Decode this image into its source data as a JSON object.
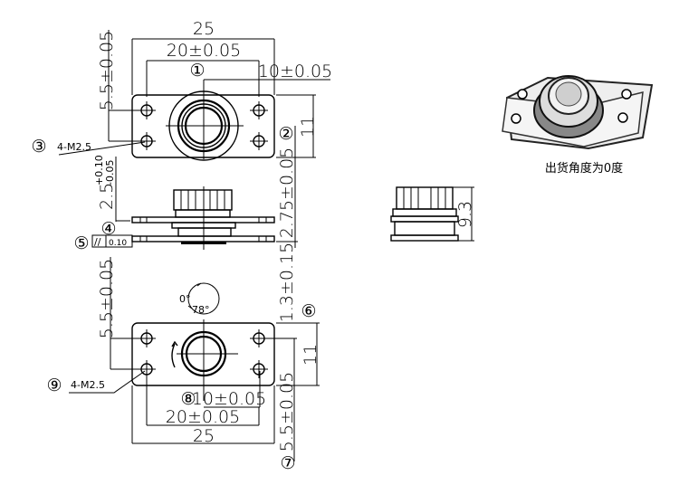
{
  "top_view": {
    "dim_width": "25",
    "dim_hole_pitch": "20±0.05",
    "dim_center_offset": "10±0.05",
    "dim_hole_row": "5.5±0.05",
    "dim_height": "11",
    "callout_1": "①",
    "callout_2": "②",
    "callout_3": "③",
    "thread_label": "4-M2.5"
  },
  "side_view": {
    "dim_thickness": "2.5",
    "dim_thickness_tol_upper": "+0.10",
    "dim_thickness_tol_lower": "-0.05",
    "dim_gap": "2.75±0.05",
    "dim_bottom": "1.3±0.15",
    "callout_4": "④",
    "callout_5": "⑤",
    "callout_6": "⑥",
    "parallelism_symbol": "//",
    "parallelism_value": "0.10"
  },
  "bottom_view": {
    "angle_start": "0°",
    "angle_rotation": "78°",
    "dim_hole_row": "5.5±0.05",
    "dim_height": "11",
    "callout_8": "⑧",
    "dim_center_offset": "10±0.05",
    "dim_hole_pitch": "20±0.05",
    "dim_width": "25",
    "dim_bottom_offset": "5.5±0.05",
    "callout_7": "⑦",
    "callout_9": "⑨",
    "thread_label": "4-M2.5"
  },
  "right_view": {
    "dim_height": "9.3"
  },
  "photo": {
    "caption": "出货角度为0度"
  }
}
